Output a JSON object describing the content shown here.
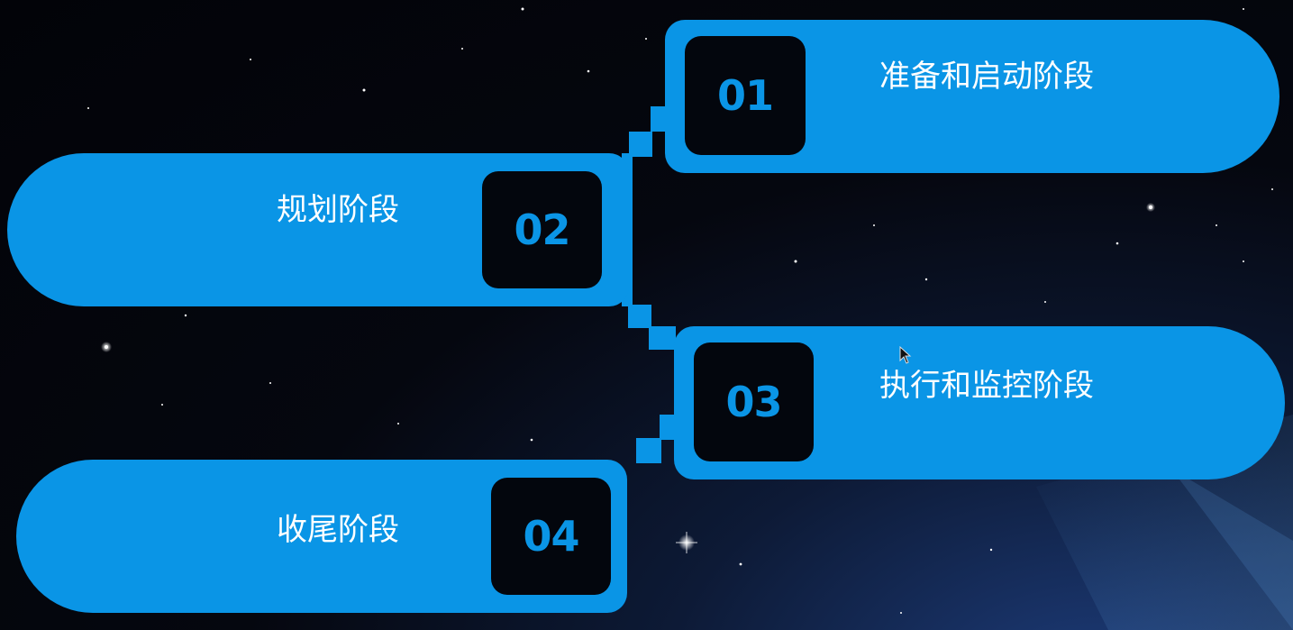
{
  "stages": [
    {
      "number": "01",
      "title": "准备和启动阶段"
    },
    {
      "number": "02",
      "title": "规划阶段"
    },
    {
      "number": "03",
      "title": "执行和监控阶段"
    },
    {
      "number": "04",
      "title": "收尾阶段"
    }
  ],
  "colors": {
    "accent": "#0a95e6",
    "badge_bg": "#03060d",
    "label_text": "#ffffff",
    "background": "#05070f"
  },
  "icons": {
    "cursor": "mouse-pointer-icon",
    "stars": "star-field"
  }
}
